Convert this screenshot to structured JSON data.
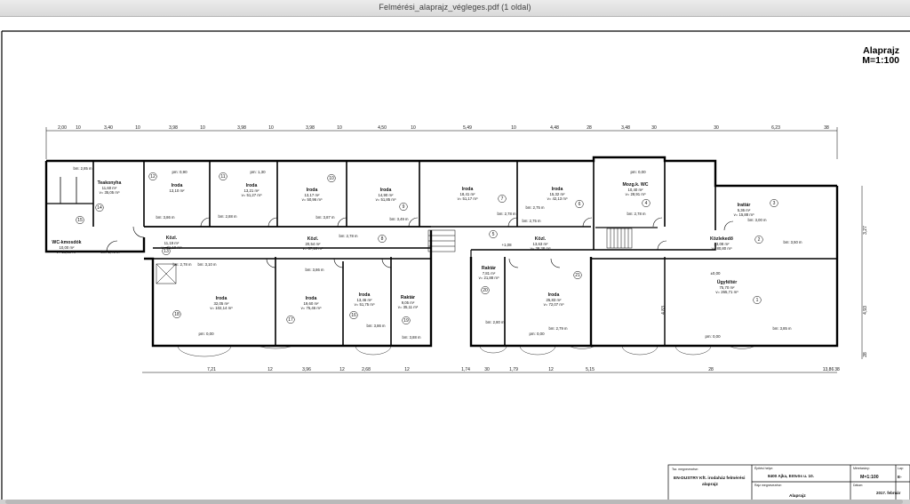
{
  "window": {
    "title": "Felmérési_alaprajz_végleges.pdf (1 oldal)"
  },
  "drawing": {
    "title": "Alaprajz",
    "scale": "M=1:100",
    "top_dims": [
      "2,00",
      "10",
      "3,40",
      "10",
      "3,98",
      "10",
      "3,98",
      "10",
      "3,98",
      "10",
      "4,50",
      "10",
      "5,49",
      "10",
      "4,48",
      "28",
      "3,48",
      "30",
      "30",
      "6,23",
      "38"
    ],
    "bottom_dims": [
      "7,21",
      "12",
      "3,96",
      "12",
      "2,68",
      "12",
      "1,74",
      "30",
      "1,79",
      "12",
      "5,15",
      "28",
      "13,86",
      "38"
    ],
    "right_dims": [
      "3,27",
      "4,93",
      "28"
    ],
    "left_dims": [
      "4,83"
    ],
    "rooms": [
      {
        "no": "1",
        "name": "Ügyféltér",
        "area": "75,70 m²",
        "vol": "v= 265,71 m³",
        "bm": "bm: 3,85 m"
      },
      {
        "no": "2",
        "name": "Közlekedő",
        "area": "23,08 m²",
        "vol": "v= 80,80 m³",
        "bm": "bm: 3,50 m"
      },
      {
        "no": "3",
        "name": "Irattár",
        "area": "5,36 m²",
        "vol": "v= 15,88 m³",
        "bm": "bm: 3,00 m"
      },
      {
        "no": "4",
        "name": "Mozg.k. WC",
        "area": "10,40 m²",
        "vol": "v= 28,91 m³",
        "bm": "bm: 2,78 m"
      },
      {
        "no": "5",
        "name": "Közl.",
        "area": "13,63 m²",
        "vol": "v= 38,38 m³",
        "bm": "bm: 2,75 m"
      },
      {
        "no": "6",
        "name": "Iroda",
        "area": "15,32 m²",
        "vol": "v= 42,13 m³",
        "bm": "bm: 2,75 m"
      },
      {
        "no": "7",
        "name": "Iroda",
        "area": "18,41 m²",
        "vol": "v= 51,17 m³",
        "bm": "bm: 2,78 m"
      },
      {
        "no": "8",
        "name": "Közl.",
        "area": "20,54 m²",
        "vol": "v= 57,10 m³",
        "bm": "bm: 2,78 m"
      },
      {
        "no": "9",
        "name": "Iroda",
        "area": "14,90 m²",
        "vol": "v= 51,85 m³",
        "bm": "bm: 3,49 m"
      },
      {
        "no": "10",
        "name": "Iroda",
        "area": "13,17 m²",
        "vol": "v= 50,96 m³",
        "bm": "bm: 3,87 m"
      },
      {
        "no": "11",
        "name": "Iroda",
        "area": "13,21 m²",
        "vol": "v= 51,27 m³",
        "bm": "bm: 2,88 m"
      },
      {
        "no": "12",
        "name": "Iroda",
        "area": "13,10 m²",
        "vol": "",
        "bm": "bm: 3,86 m"
      },
      {
        "no": "13",
        "name": "Közl.",
        "area": "11,19 m²",
        "vol": "v= 31,10 m³",
        "bm": "bm: 2,78 m"
      },
      {
        "no": "14",
        "name": "Teakonyha",
        "area": "11,60 m²",
        "vol": "v= 35,05 m³",
        "bm": "bm: 2,85 m"
      },
      {
        "no": "15",
        "name": "WC-kmosdók",
        "area": "10,00 m²",
        "vol": "v= 28,30 m³",
        "bm": "bm: 2,78 m"
      },
      {
        "no": "16",
        "name": "Iroda",
        "area": "13,46 m²",
        "vol": "v= 51,75 m³",
        "bm": "bm: 3,86 m"
      },
      {
        "no": "17",
        "name": "Iroda",
        "area": "19,60 m²",
        "vol": "v= 75,46 m³",
        "bm": "bm: 3,86 m"
      },
      {
        "no": "18",
        "name": "Iroda",
        "area": "32,05 m²",
        "vol": "v= 102,14 m³",
        "bm": "bm: 3,10 m"
      },
      {
        "no": "19",
        "name": "Raktár",
        "area": "9,05 m²",
        "vol": "v= 35,11 m³",
        "bm": "bm: 3,88 m"
      },
      {
        "no": "20",
        "name": "Raktár",
        "area": "7,81 m²",
        "vol": "v= 21,88 m³",
        "bm": "bm: 2,80 m"
      },
      {
        "no": "21",
        "name": "Iroda",
        "area": "25,83 m²",
        "vol": "v= 72,07 m³",
        "bm": "bm: 2,79 m"
      }
    ],
    "misc_labels": [
      "±0,00",
      "+1,08",
      "pm: 0,90",
      "pm: 1,30",
      "pm: 0,00"
    ],
    "title_block": {
      "col1_head": "Tsz. megnevezése:",
      "col1_val1": "EN-DUSTRY Kft. irodaház felmérési",
      "col1_val2": "alaprajz",
      "col2_head": "Építési helye:",
      "col2_val": "8400 Ajka, Eötvös u. 10.",
      "col2_head2": "Rajz megnevezése:",
      "col2_val2": "Alaprajz",
      "col3_head": "Méretarány:",
      "col3_val": "M=1:100",
      "col3_head2": "Dátum:",
      "col3_val2": "2017. február",
      "col4_head": "Lap:",
      "col4_val": "E-"
    }
  }
}
